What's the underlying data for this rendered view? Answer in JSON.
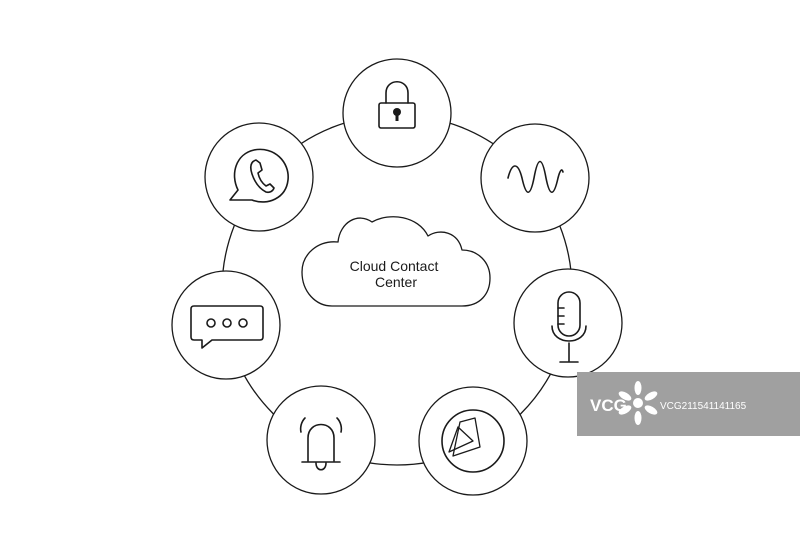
{
  "diagram": {
    "center": {
      "line1": "Cloud Contact",
      "line2": "Center"
    },
    "nodes": [
      {
        "id": "lock",
        "icon": "padlock-icon"
      },
      {
        "id": "wave",
        "icon": "sound-wave-icon"
      },
      {
        "id": "mic",
        "icon": "microphone-icon"
      },
      {
        "id": "clock",
        "icon": "timer-icon"
      },
      {
        "id": "bell",
        "icon": "bell-icon"
      },
      {
        "id": "chat",
        "icon": "chat-bubble-icon"
      },
      {
        "id": "phone",
        "icon": "phone-chat-icon"
      }
    ]
  },
  "watermark": {
    "brand": "VCG",
    "code": "VCG211541141165",
    "background": "#a0a0a0"
  },
  "colors": {
    "line": "#1a1a1a",
    "background": "#ffffff"
  }
}
